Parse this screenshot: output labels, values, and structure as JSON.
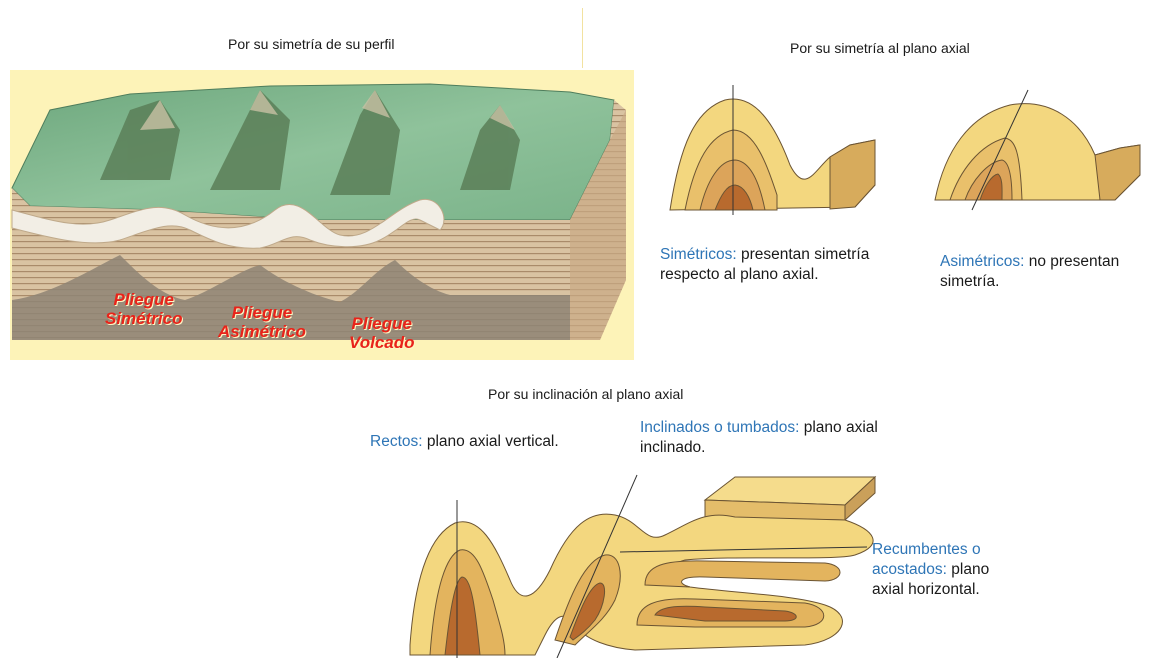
{
  "section_profile": {
    "heading": "Por su simetría de su perfil",
    "labels": [
      {
        "line1": "Pliegue",
        "line2": "Simétrico"
      },
      {
        "line1": "Pliegue",
        "line2": "Asimétrico"
      },
      {
        "line1": "Pliegue",
        "line2": "Volcado"
      }
    ]
  },
  "section_axial_symmetry": {
    "heading": "Por su simetría al plano axial",
    "symmetric": {
      "term": "Simétricos:",
      "text": " presentan simetría respecto al plano axial."
    },
    "asymmetric": {
      "term": "Asimétricos:",
      "text": " no presentan simetría."
    }
  },
  "section_inclination": {
    "heading": "Por su inclinación al plano axial",
    "upright": {
      "term": "Rectos:",
      "text": " plano axial vertical."
    },
    "inclined": {
      "term": "Inclinados o tumbados:",
      "text": " plano axial inclinado."
    },
    "recumbent": {
      "term": "Recumbentes o acostados:",
      "text": " plano axial horizontal."
    }
  },
  "colors": {
    "background_panel": "#fdf3b8",
    "terrain_green": "#7fb58c",
    "fold_light": "#f3d77f",
    "fold_mid": "#e3b45e",
    "fold_dark": "#b86a2e",
    "label_red": "#e8231a",
    "term_blue": "#2e75b6"
  }
}
